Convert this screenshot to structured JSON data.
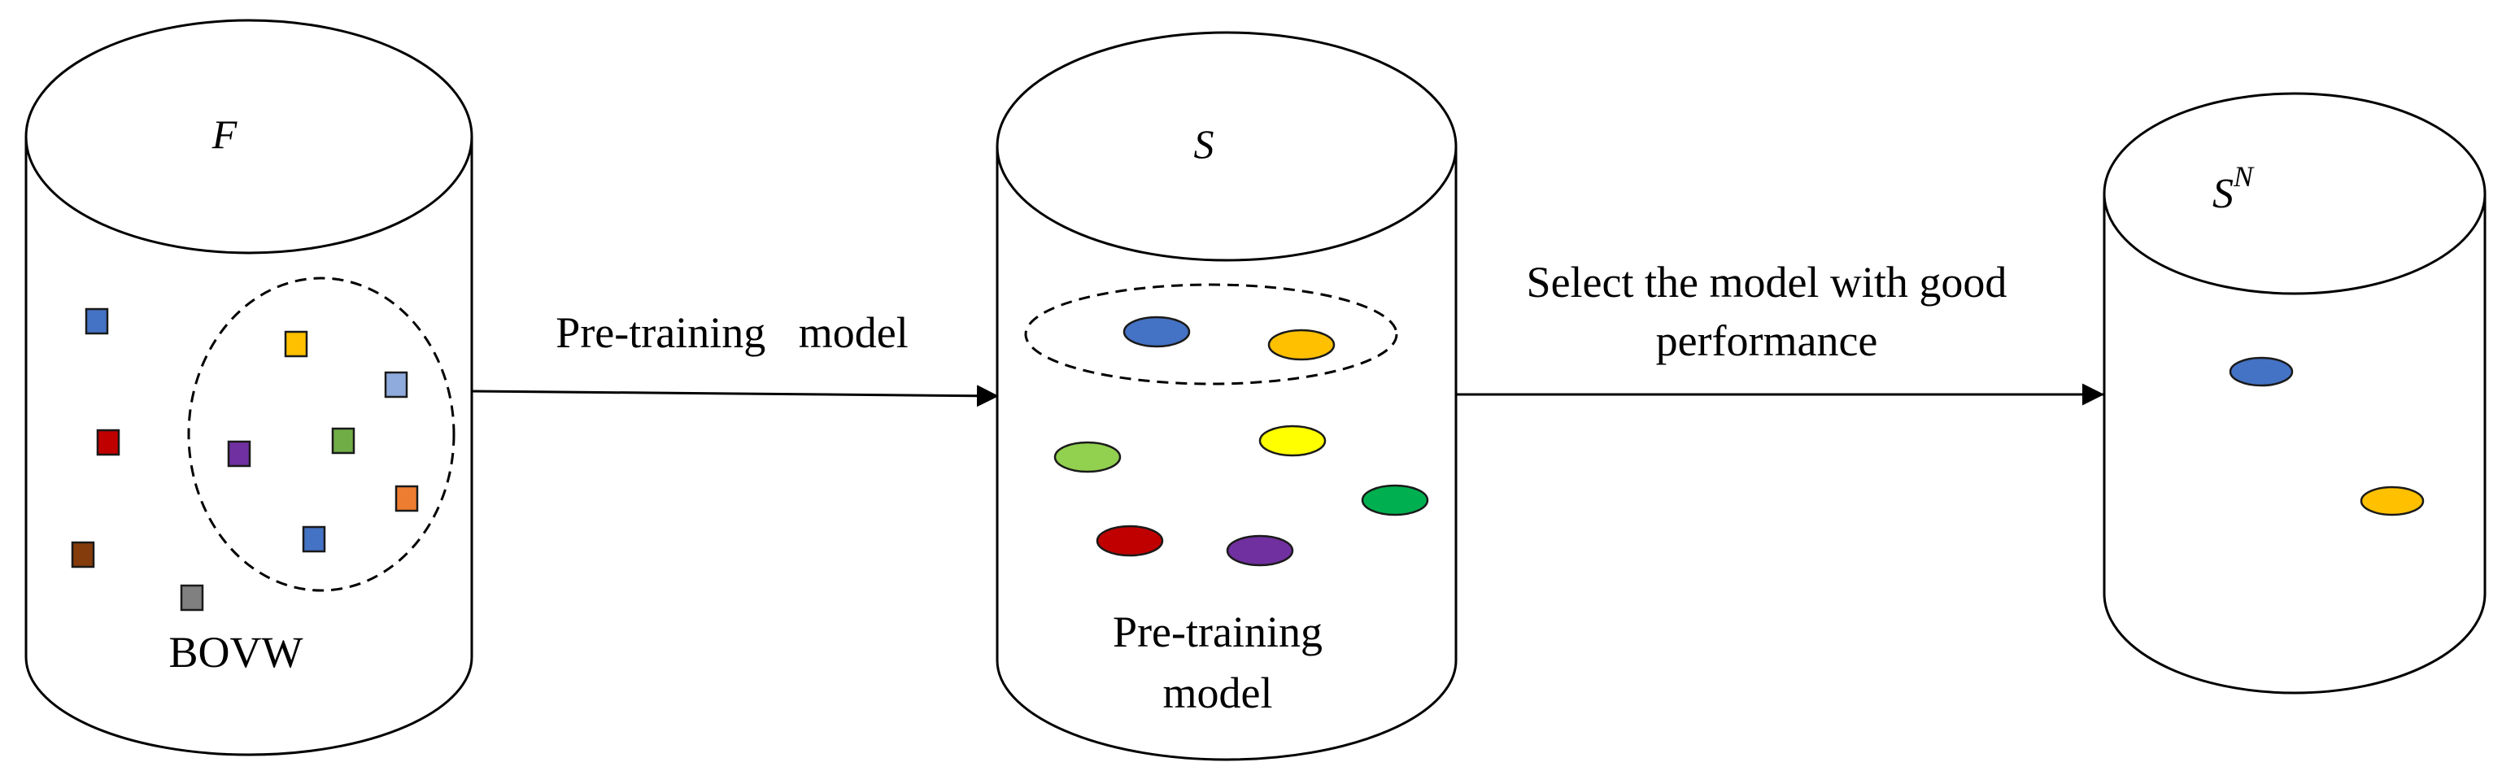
{
  "cylinders": {
    "f": {
      "symbol": "F",
      "label": "BOVW",
      "squares_outside": [
        {
          "color": "#4472c4"
        },
        {
          "color": "#c00000"
        },
        {
          "color": "#843c0c"
        },
        {
          "color": "#808080"
        }
      ],
      "squares_inside": [
        {
          "color": "#ffc000"
        },
        {
          "color": "#8faadc"
        },
        {
          "color": "#7030a0"
        },
        {
          "color": "#70ad47"
        },
        {
          "color": "#ed7d31"
        },
        {
          "color": "#4472c4"
        }
      ]
    },
    "s": {
      "symbol": "S",
      "label_line1": "Pre-training",
      "label_line2": "model",
      "ellipses_selected": [
        {
          "color": "#4472c4"
        },
        {
          "color": "#ffc000"
        }
      ],
      "ellipses_other": [
        {
          "color": "#92d050"
        },
        {
          "color": "#ffff00"
        },
        {
          "color": "#00b050"
        },
        {
          "color": "#c00000"
        },
        {
          "color": "#7030a0"
        }
      ]
    },
    "sn": {
      "symbol": "S",
      "superscript": "N",
      "ellipses": [
        {
          "color": "#4472c4"
        },
        {
          "color": "#ffc000"
        }
      ]
    }
  },
  "arrows": {
    "first": {
      "label": "Pre-training   model"
    },
    "second": {
      "label_line1": "Select the model with good",
      "label_line2": "performance"
    }
  }
}
